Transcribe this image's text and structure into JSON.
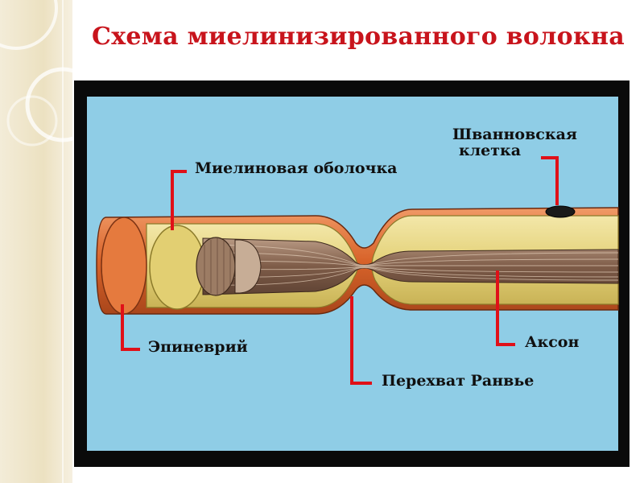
{
  "slide": {
    "title": "Схема миелинизированного волокна"
  },
  "diagram": {
    "labels": {
      "myelin_sheath": "Миелиновая оболочка",
      "schwann_cell_line1": "Шванновская",
      "schwann_cell_line2": "клетка",
      "epineurium": "Эпиневрий",
      "axon": "Аксон",
      "node_of_ranvier": "Перехват Ранвье"
    },
    "colors": {
      "title": "#c8141c",
      "background": "#8fcde6",
      "frame": "#0a0a0a",
      "epineurium": "#d9692d",
      "myelin": "#e7d683",
      "axon_fibers": "#8a6a55",
      "pointer_lines": "#e01018"
    }
  }
}
